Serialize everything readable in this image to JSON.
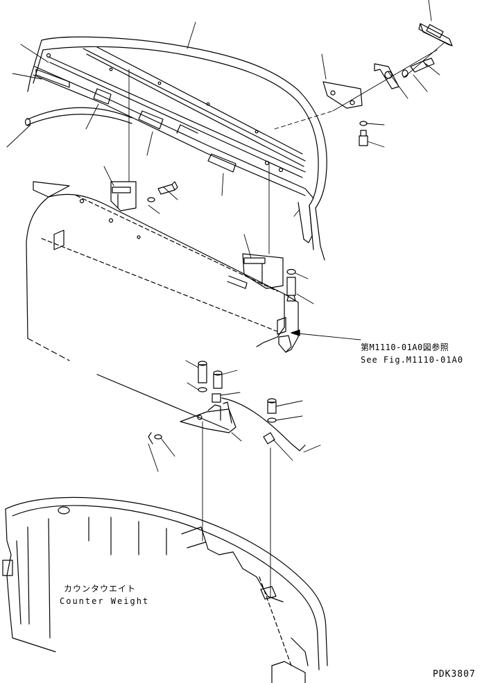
{
  "diagram": {
    "reference_jp": "第M1110-01A0図参照",
    "reference_en": "See Fig.M1110-01A0",
    "counterweight_jp": "カウンタウエイト",
    "counterweight_en": "Counter Weight",
    "drawing_code": "PDK3807"
  },
  "colors": {
    "line": "#000000",
    "background": "#ffffff"
  }
}
